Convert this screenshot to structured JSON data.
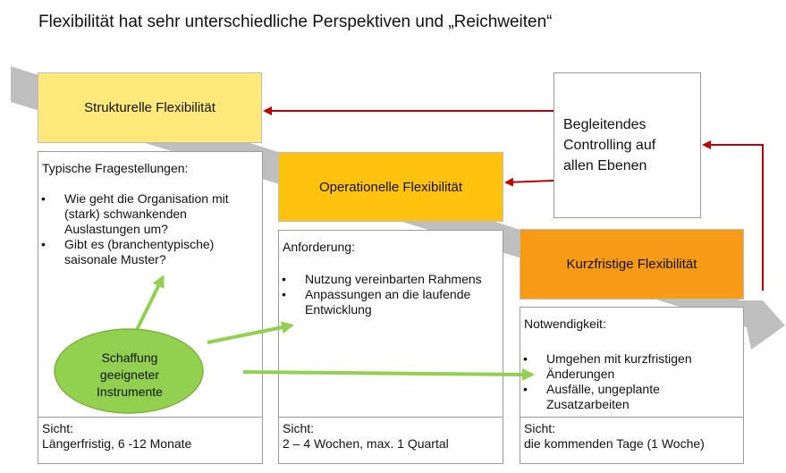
{
  "title": "Flexibilität hat sehr unterschiedliche Perspektiven und „Reichweiten“",
  "levels": [
    {
      "header": "Strukturelle Flexibilität",
      "color": "#ffe97a",
      "heading": "Typische Fragestellungen:",
      "items": [
        "Wie geht die Organisation mit (stark) schwankenden Auslastungen um?",
        "Gibt es (branchentypische) saisonale Muster?"
      ],
      "sicht_label": "Sicht:",
      "sicht_value": "Längerfristig, 6 -12 Monate"
    },
    {
      "header": "Operationelle Flexibilität",
      "color": "#ffc20e",
      "heading": "Anforderung:",
      "items": [
        "Nutzung vereinbarten Rahmens",
        "Anpassungen an die laufende Entwicklung"
      ],
      "sicht_label": "Sicht:",
      "sicht_value": "2 – 4 Wochen, max. 1 Quartal"
    },
    {
      "header": "Kurzfristige Flexibilität",
      "color": "#f79a16",
      "heading": "Notwendigkeit:",
      "items": [
        "Umgehen mit kurzfristigen Änderungen",
        "Ausfälle, ungeplante Zusatzarbeiten"
      ],
      "sicht_label": "Sicht:",
      "sicht_value": "die kommenden Tage (1 Woche)"
    }
  ],
  "controlling": {
    "lines": [
      "Begleitendes",
      "Controlling auf",
      "allen Ebenen"
    ]
  },
  "instrumente": {
    "lines": [
      "Schaffung",
      "geeigneter",
      "Instrumente"
    ],
    "color": "#92d050"
  },
  "colors": {
    "arrow_red": "#c00000",
    "arrow_green": "#92d050",
    "band_grey": "#bfbfbf"
  }
}
